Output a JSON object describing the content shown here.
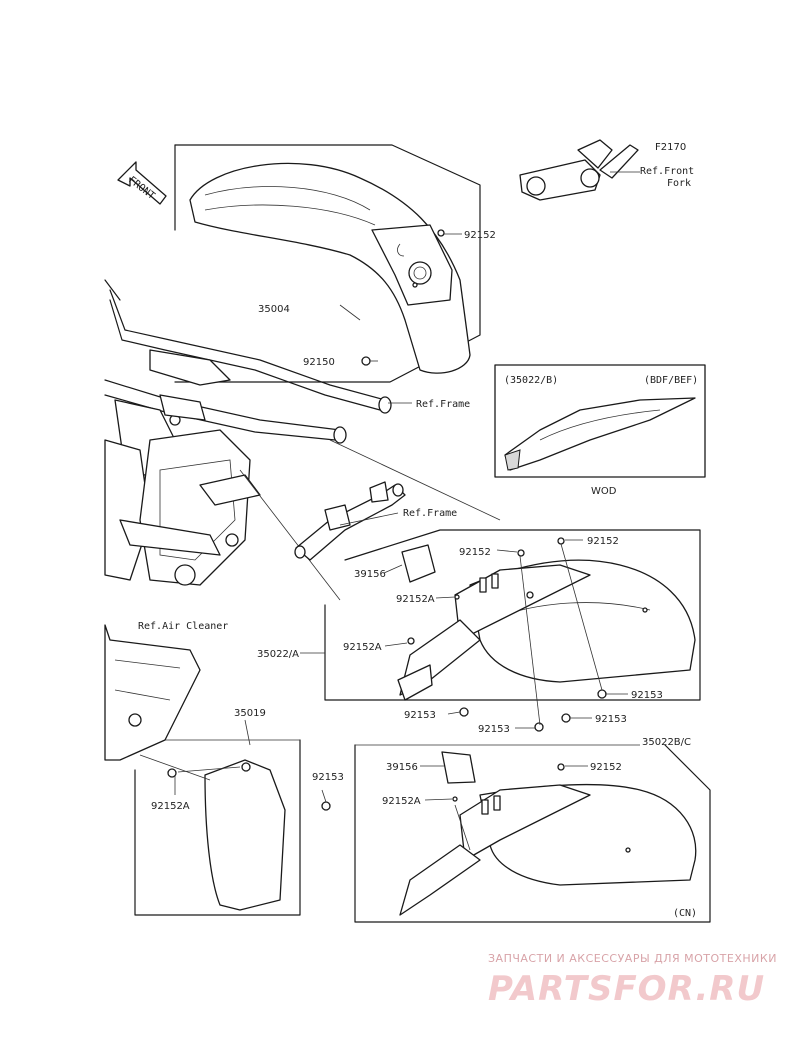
{
  "diagram": {
    "labels": {
      "f2170": "F2170",
      "ref_front_fork_1": "Ref.Front",
      "ref_front_fork_2": "Fork",
      "p92152_top": "92152",
      "p35004": "35004",
      "p92150": "92150",
      "ref_frame_1": "Ref.Frame",
      "box_35022b": "(35022/B)",
      "box_bdf_bef": "(BDF/BEF)",
      "wod": "WOD",
      "ref_frame_2": "Ref.Frame",
      "p92152_mid_left": "92152",
      "p92152_mid_right": "92152",
      "p39156_mid": "39156",
      "p92152a_mid1": "92152A",
      "p35022a": "35022/A",
      "p92152a_mid2": "92152A",
      "p92153_right": "92153",
      "p92153_left": "92153",
      "p92153_bottom": "92153",
      "p92153_bottom2": "92153",
      "ref_air_cleaner": "Ref.Air Cleaner",
      "p35019": "35019",
      "p92153_lower": "92153",
      "p92152a_lower": "92152A",
      "p35022bc": "35022B/C",
      "p39156_low": "39156",
      "p92152_low": "92152",
      "p92152a_low": "92152A",
      "cn": "(CN)",
      "front": "FRONT"
    },
    "watermark": {
      "top": "ЗАПЧАСТИ И АКСЕССУАРЫ ДЛЯ МОТОТЕХНИКИ",
      "brand": "PARTSFOR.RU"
    }
  }
}
